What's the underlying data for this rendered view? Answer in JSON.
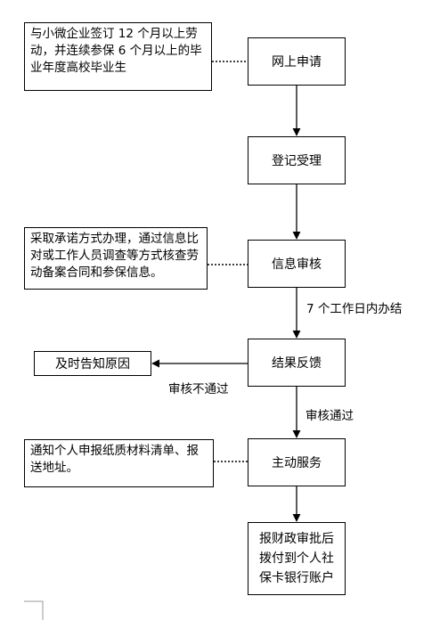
{
  "flow": {
    "step1": "网上申请",
    "step2": "登记受理",
    "step3": "信息审核",
    "step4": "结果反馈",
    "step5": "主动服务",
    "step6": "报财政审批后拨付到个人社保卡银行账户"
  },
  "notes": {
    "eligibility": "与小微企业签订 12 个月以上劳动，并连续参保 6 个月以上的毕业年度高校毕业生",
    "verification": "采取承诺方式办理，通过信息比对或工作人员调查等方式核查劳动备案合同和参保信息。",
    "reject_action": "及时告知原因",
    "service_action": "通知个人申报纸质材料清单、报送地址。"
  },
  "labels": {
    "timeline": "7 个工作日内办结",
    "rejected": "审核不通过",
    "approved": "审核通过"
  }
}
